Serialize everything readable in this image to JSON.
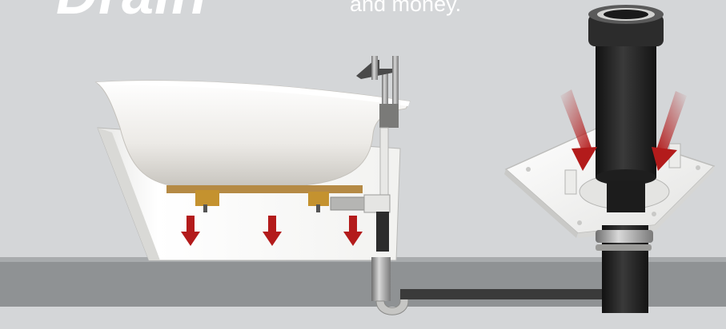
{
  "header": {
    "headline_text": "Drain",
    "subline_text": "and money."
  },
  "colors": {
    "background": "#d4d6d8",
    "floor": "#8f9294",
    "arrow_red": "#b31b1b",
    "tub_white": "#f4f2ee",
    "pipe_black": "#232323"
  },
  "illustration": {
    "left_object": "freestanding-bathtub-with-drain-box",
    "right_object": "drain-pipe-with-mounting-plate",
    "arrow_icons": [
      "down-arrow-icon",
      "down-arrow-icon",
      "down-arrow-icon",
      "diagonal-arrow-icon",
      "diagonal-arrow-icon"
    ]
  }
}
